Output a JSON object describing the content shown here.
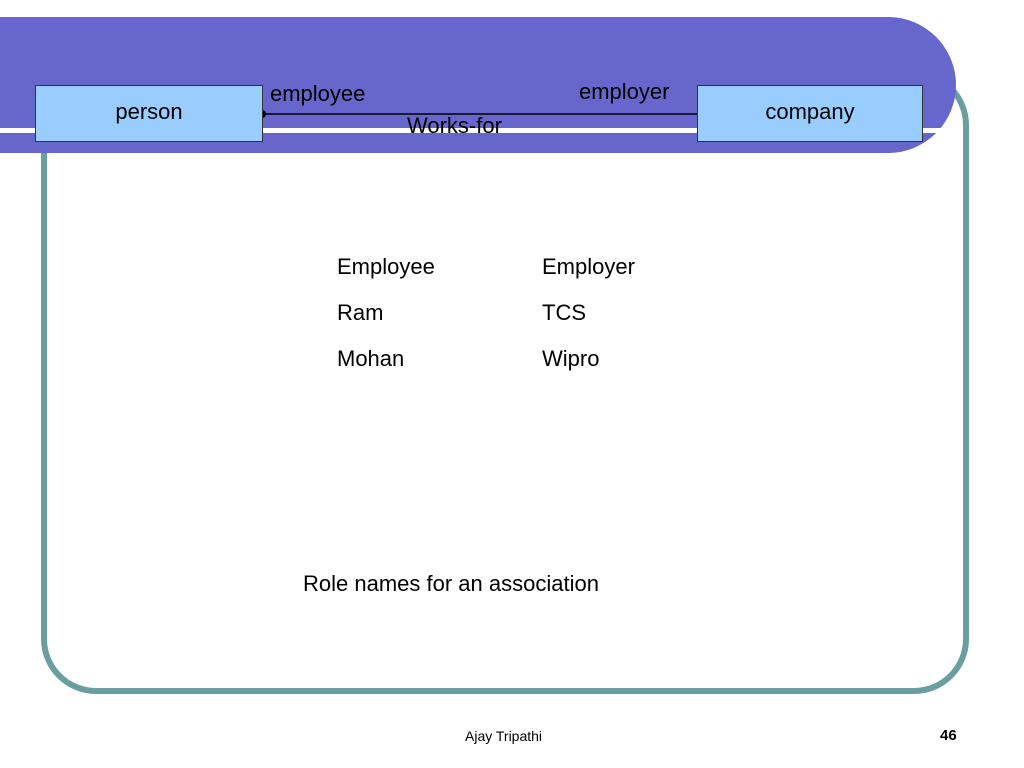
{
  "diagram": {
    "classes": {
      "left": "person",
      "right": "company"
    },
    "association": {
      "name": "Works-for",
      "left_role": "employee",
      "right_role": "employer"
    }
  },
  "link_table": {
    "headers": [
      "Employee",
      "Employer"
    ],
    "rows": [
      [
        "Ram",
        "TCS"
      ],
      [
        "Mohan",
        "Wipro"
      ]
    ]
  },
  "caption": "Role names for an association",
  "footer": {
    "author": "Ajay Tripathi",
    "page_number": "46"
  },
  "colors": {
    "header_band": "#6666cc",
    "class_box": "#99ccff",
    "frame_border": "#6b9e9e"
  }
}
